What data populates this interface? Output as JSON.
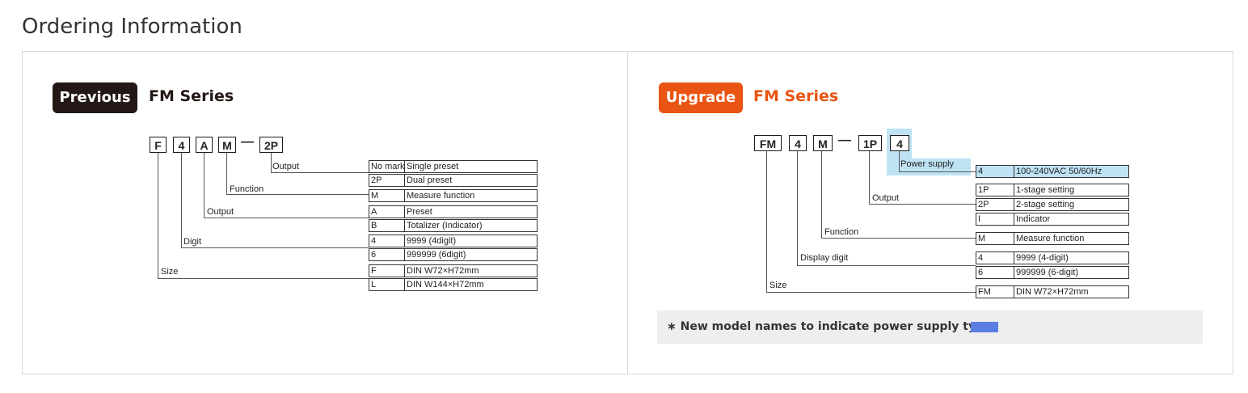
{
  "page": {
    "title": "Ordering Information"
  },
  "previous": {
    "badge": "Previous",
    "series": "FM Series",
    "code_parts": [
      "F",
      "4",
      "A",
      "M",
      "—",
      "2P"
    ],
    "labels": {
      "output_top": "Output",
      "function": "Function",
      "output": "Output",
      "digit": "Digit",
      "size": "Size"
    },
    "rows": [
      {
        "code": "No mark",
        "desc": "Single preset"
      },
      {
        "code": "2P",
        "desc": "Dual preset"
      },
      {
        "code": "M",
        "desc": "Measure function"
      },
      {
        "code": "A",
        "desc": "Preset"
      },
      {
        "code": "B",
        "desc": "Totalizer (Indicator)"
      },
      {
        "code": "4",
        "desc": "9999 (4digit)"
      },
      {
        "code": "6",
        "desc": "999999 (6digit)"
      },
      {
        "code": "F",
        "desc": "DIN W72×H72mm"
      },
      {
        "code": "L",
        "desc": "DIN W144×H72mm"
      }
    ]
  },
  "upgrade": {
    "badge": "Upgrade",
    "series": "FM Series",
    "code_parts": [
      "FM",
      "4",
      "M",
      "—",
      "1P",
      "4"
    ],
    "labels": {
      "power_supply": "Power supply",
      "output": "Output",
      "function": "Function",
      "display_digit": "Display digit",
      "size": "Size"
    },
    "rows": [
      {
        "code": "4",
        "desc": "100-240VAC 50/60Hz"
      },
      {
        "code": "1P",
        "desc": "1-stage setting"
      },
      {
        "code": "2P",
        "desc": "2-stage setting"
      },
      {
        "code": "I",
        "desc": "Indicator"
      },
      {
        "code": "M",
        "desc": "Measure function"
      },
      {
        "code": "4",
        "desc": "9999 (4-digit)"
      },
      {
        "code": "6",
        "desc": "999999 (6-digit)"
      },
      {
        "code": "FM",
        "desc": "DIN W72×H72mm"
      }
    ],
    "note": "∗ New model names to indicate power supply type",
    "highlight_color": "#bfe3f5",
    "swatch_color": "#5a7fe0"
  },
  "colors": {
    "previous_badge": "#231815",
    "upgrade_accent": "#ea5413"
  }
}
